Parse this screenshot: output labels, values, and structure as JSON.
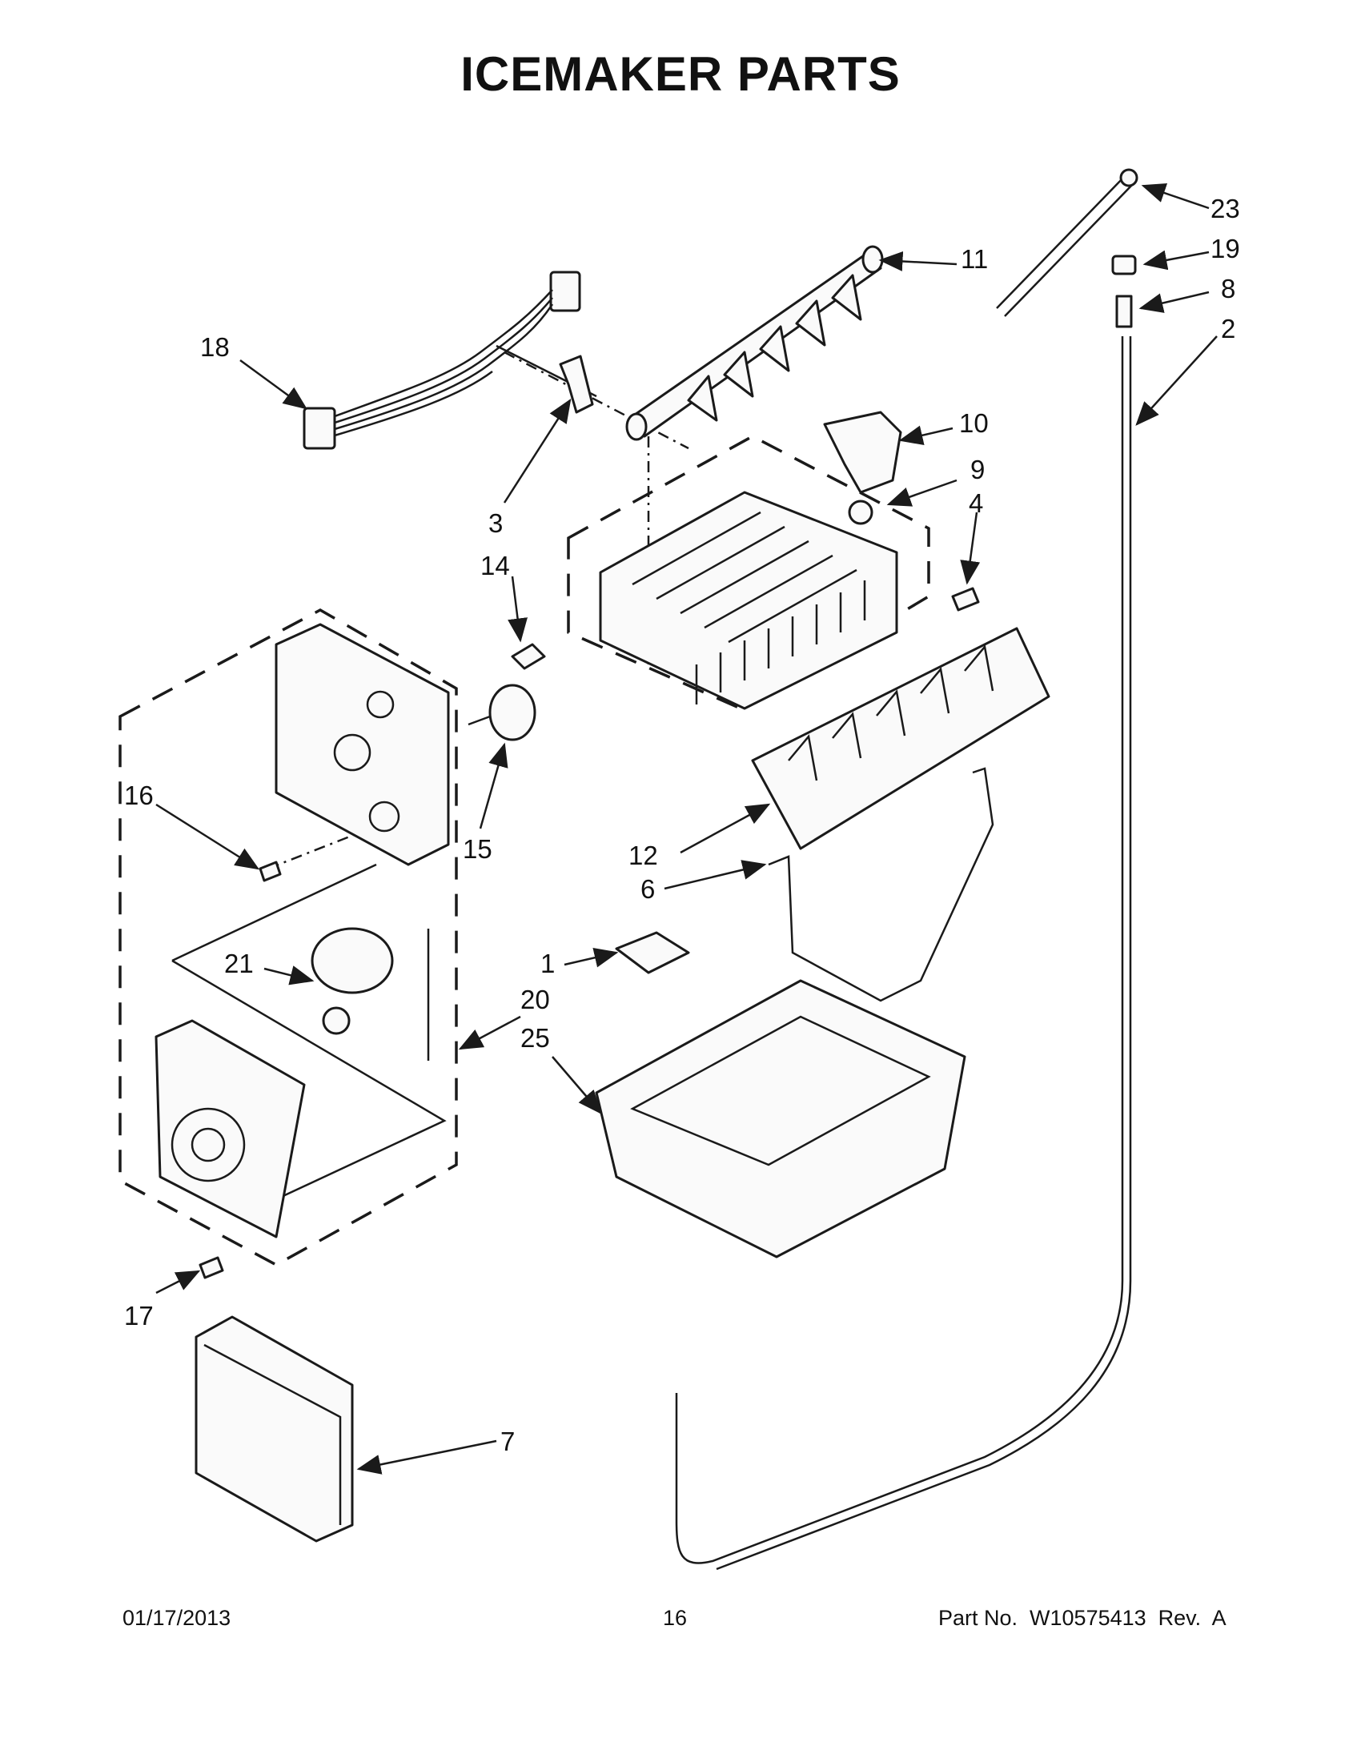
{
  "title": "ICEMAKER PARTS",
  "footer": {
    "date": "01/17/2013",
    "page_number": "16",
    "part_number": "Part No.  W10575413  Rev.  A"
  },
  "callouts": {
    "n1": "1",
    "n2": "2",
    "n3": "3",
    "n4": "4",
    "n6": "6",
    "n7": "7",
    "n8": "8",
    "n9": "9",
    "n10": "10",
    "n11": "11",
    "n12": "12",
    "n14": "14",
    "n15": "15",
    "n16": "16",
    "n17": "17",
    "n18": "18",
    "n19": "19",
    "n20": "20",
    "n21": "21",
    "n23": "23",
    "n25": "25"
  }
}
